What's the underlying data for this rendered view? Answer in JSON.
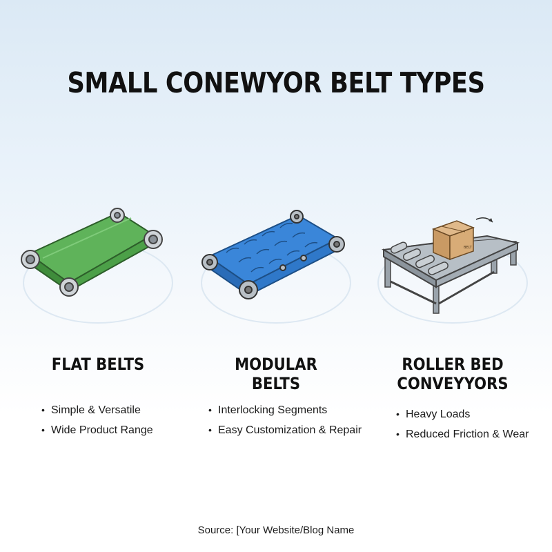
{
  "title": "SMALL CONEWYOR BELT TYPES",
  "columns": [
    {
      "heading_lines": [
        "FLAT BELTS"
      ],
      "bullets": [
        "Simple & Versatile",
        "Wide Product Range"
      ],
      "illustration": "flat-belt-conveyor",
      "accent_color": "#5fb35a"
    },
    {
      "heading_lines": [
        "MODULAR",
        "BELTS"
      ],
      "bullets": [
        "Interlocking Segments",
        "Easy Customization & Repair"
      ],
      "illustration": "modular-belt-conveyor",
      "accent_color": "#3a86d9"
    },
    {
      "heading_lines": [
        "ROLLER BED",
        "CONVEYYORS"
      ],
      "bullets": [
        "Heavy Loads",
        "Reduced Friction & Wear"
      ],
      "illustration": "roller-bed-conveyor",
      "accent_color": "#8f9aa5",
      "box_label": "BELT"
    }
  ],
  "source": "Source: [Your Website/Blog Name"
}
